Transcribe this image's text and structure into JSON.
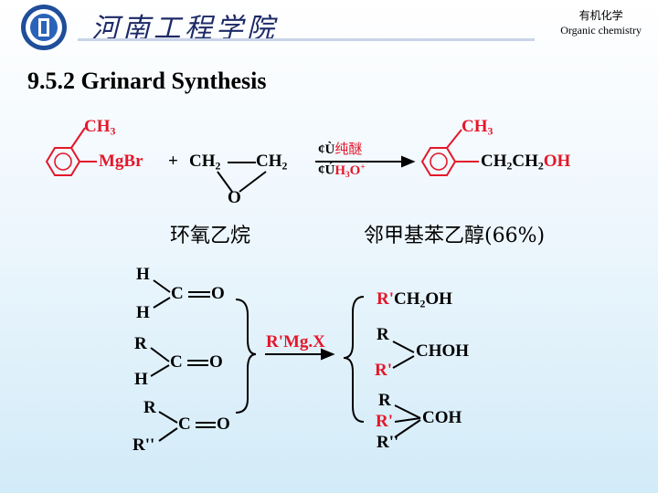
{
  "header": {
    "school": "河南工程学院",
    "course_cn": "有机化学",
    "course_en": "Organic chemistry"
  },
  "section_title": "9.5.2 Grinard Synthesis",
  "reaction1": {
    "reagent_ch3": "CH",
    "reagent_ch3_sub": "3",
    "mgbr": "MgBr",
    "plus": "+",
    "ch2_left": "CH",
    "ch2_left_sub": "2",
    "ch2_right": "CH",
    "ch2_right_sub": "2",
    "oxygen": "O",
    "cond1_prefix": "¢Ù",
    "cond1_solvent": "纯醚",
    "cond2_prefix": "¢Ú",
    "cond2_reagent": "H",
    "cond2_sub": "3",
    "cond2_o": "O",
    "cond2_sup": "+",
    "product_ch3": "CH",
    "product_ch3_sub": "3",
    "product_chain_a": "CH",
    "product_chain_a_sub": "2",
    "product_chain_b": "CH",
    "product_chain_b_sub": "2",
    "product_oh": "OH",
    "label_epoxide": "环氧乙烷",
    "label_product": "邻甲基苯乙醇(66%)"
  },
  "reaction2": {
    "f1_top": "H",
    "f1_c": "C",
    "f1_o": "O",
    "f1_bottom": "H",
    "f2_top": "R",
    "f2_c": "C",
    "f2_o": "O",
    "f2_bottom": "H",
    "f3_top": "R",
    "f3_c": "C",
    "f3_o": "O",
    "f3_bottom": "R''",
    "reagent": "R'Mg.X",
    "p1_r": "R'",
    "p1_rest": "CH",
    "p1_sub": "2",
    "p1_oh": "OH",
    "p2_top": "R",
    "p2_group": "CHOH",
    "p2_bottom": "R'",
    "p3_top": "R",
    "p3_mid": "R'",
    "p3_group": "COH",
    "p3_bottom": "R''"
  }
}
